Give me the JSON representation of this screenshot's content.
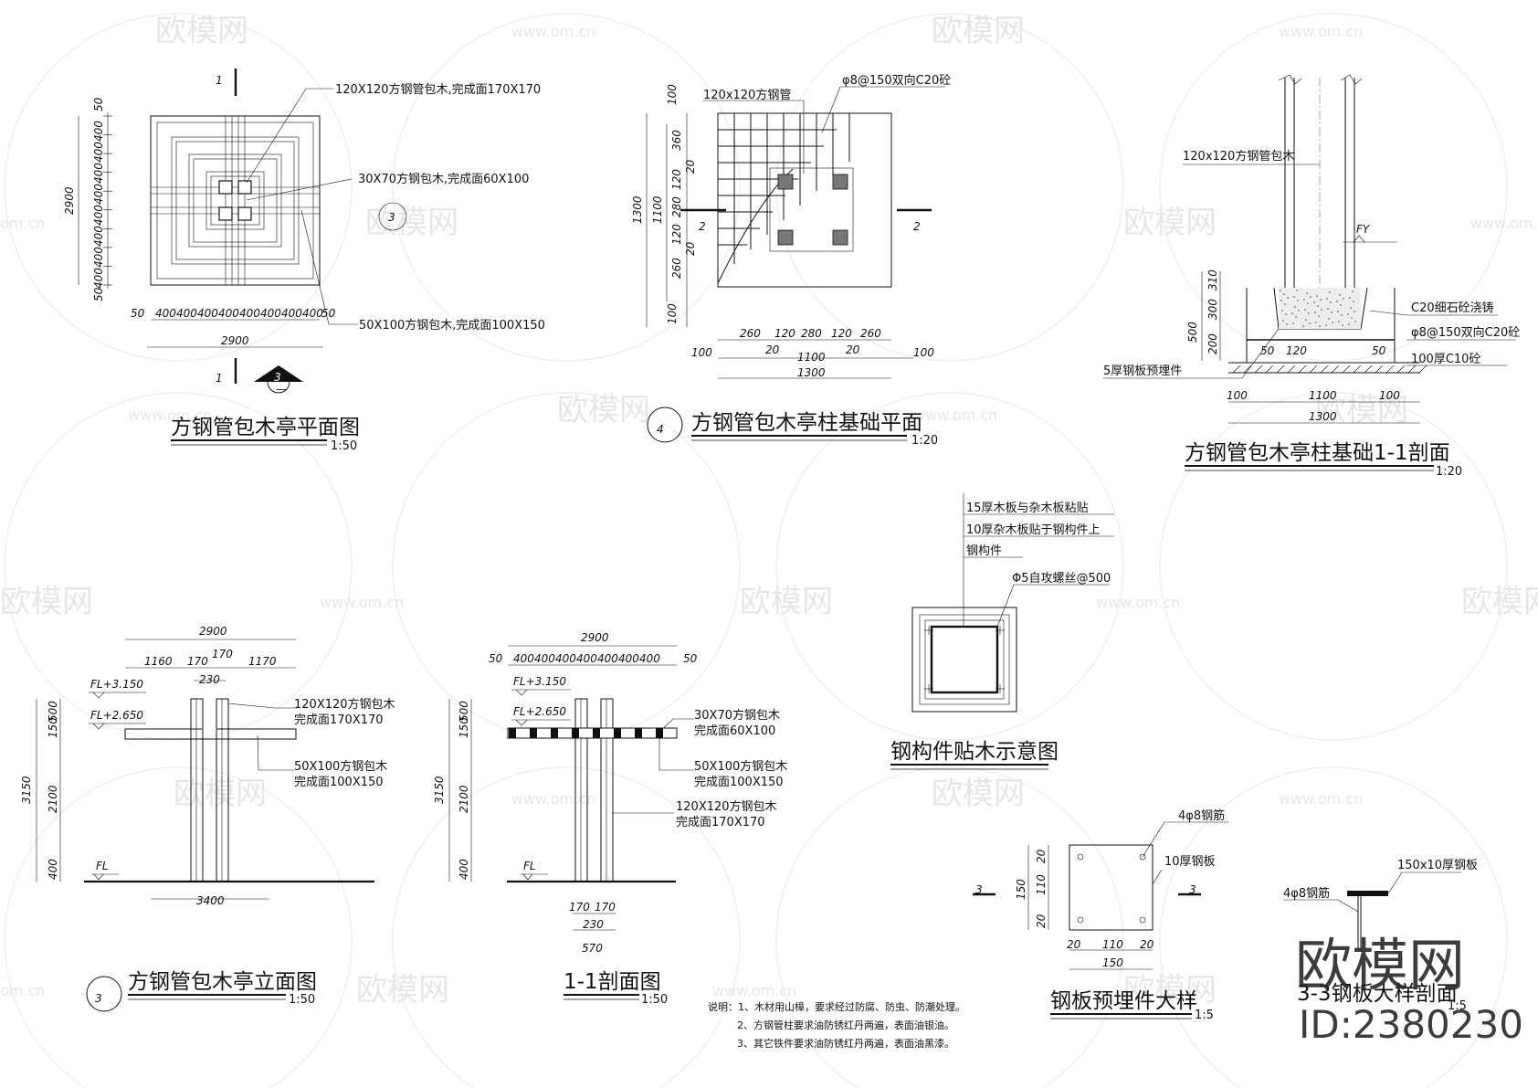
{
  "watermark": {
    "brand": "欧模网",
    "site": "www.om.cn",
    "site_short": "om.cn"
  },
  "plan": {
    "title": "方钢管包木亭平面图",
    "scale": "1:50",
    "label_post": "120X120方钢管包木,完成面170X170",
    "label_beam_small": "30X70方钢包木,完成面60X100",
    "label_beam_big": "50X100方钢包木,完成面100X150",
    "dim_total": "2900",
    "dim_edge": "50",
    "dim_400": "400",
    "sec_mark": "1",
    "elev_mark": "3",
    "elev_sub": "—"
  },
  "found_plan": {
    "marker": "4",
    "title": "方钢管包木亭柱基础平面",
    "scale": "1:20",
    "label_pipe": "120x120方钢管",
    "label_rebar": "φ8@150双向C20砼",
    "sec": "2",
    "v_dims": [
      "100",
      "360",
      "20",
      "120",
      "280",
      "120",
      "20",
      "260",
      "100"
    ],
    "v_total_inner": "1100",
    "v_total": "1300",
    "h_dims": [
      "260",
      "120",
      "280",
      "120",
      "260"
    ],
    "h_20a": "20",
    "h_20b": "20",
    "h_edge": "100",
    "h_inner": "1100",
    "h_total": "1300"
  },
  "found_sec": {
    "title": "方钢管包木亭柱基础1-1剖面",
    "scale": "1:20",
    "label_pipe": "120x120方钢管包木",
    "fy": "FY",
    "label_c20": "C20细石砼浇铸",
    "label_rebar": "φ8@150双向C20砼",
    "label_c10": "100厚C10砼",
    "label_plate": "5厚钢板预埋件",
    "v_dims": [
      "310",
      "300",
      "500",
      "200"
    ],
    "d50a": "50",
    "d120": "120",
    "d50b": "50",
    "h_edge": "100",
    "h_inner": "1100",
    "h_total": "1300"
  },
  "elevation": {
    "marker": "3",
    "title": "方钢管包木亭立面图",
    "scale": "1:50",
    "dim_total": "2900",
    "dim_1160": "1160",
    "dim_170a": "170",
    "dim_170b": "170",
    "dim_1170": "1170",
    "dim_230": "230",
    "fl1": "FL+3.150",
    "fl2": "FL+2.650",
    "fl0": "FL",
    "label_post_a": "120X120方钢包木",
    "label_post_b": "完成面170X170",
    "label_beam_a": "50X100方钢包木",
    "label_beam_b": "完成面100X150",
    "v_500": "500",
    "v_150": "150",
    "v_2100": "2100",
    "v_400": "400",
    "v_3150": "3150",
    "dim_base": "3400"
  },
  "section11": {
    "title": "1-1剖面图",
    "scale": "1:50",
    "dim_total": "2900",
    "dim_edge": "50",
    "dim_400": "400",
    "fl1": "FL+3.150",
    "fl2": "FL+2.650",
    "fl0": "FL",
    "label_small_a": "30X70方钢包木",
    "label_small_b": "完成面60X100",
    "label_beam_a": "50X100方钢包木",
    "label_beam_b": "完成面100X150",
    "label_post_a": "120X120方钢包木",
    "label_post_b": "完成面170X170",
    "v_500": "500",
    "v_150": "150",
    "v_2100": "2100",
    "v_400": "400",
    "v_3150": "3150",
    "b_170a": "170",
    "b_170b": "170",
    "b_230": "230",
    "b_570": "570"
  },
  "clad": {
    "title": "钢构件贴木示意图",
    "l1": "15厚木板与杂木板粘贴",
    "l2": "10厚杂木板贴于钢构件上",
    "l3": "钢构件",
    "l4": "Φ5自攻螺丝@500"
  },
  "notes": {
    "n1": "说明：1、木材用山樟，要求经过防腐、防虫、防潮处理。",
    "n2": "2、方钢管柱要求油防锈红丹两遍，表面油银油。",
    "n3": "3、其它铁件要求油防锈红丹两遍，表面油黑漆。"
  },
  "plate": {
    "title": "钢板预埋件大样",
    "scale": "1:5",
    "l_rebar": "4φ8钢筋",
    "l_plate": "10厚钢板",
    "sec": "3",
    "v_20a": "20",
    "v_110": "110",
    "v_20b": "20",
    "v_150": "150",
    "h_20a": "20",
    "h_110": "110",
    "h_20b": "20",
    "h_150": "150"
  },
  "plate_sec": {
    "title": "3-3钢板大样剖面",
    "scale": "1:5",
    "l_plate": "150x10厚钢板",
    "l_rebar": "4φ8钢筋"
  },
  "stamp": {
    "brand": "欧模网",
    "id": "ID:2380230"
  }
}
